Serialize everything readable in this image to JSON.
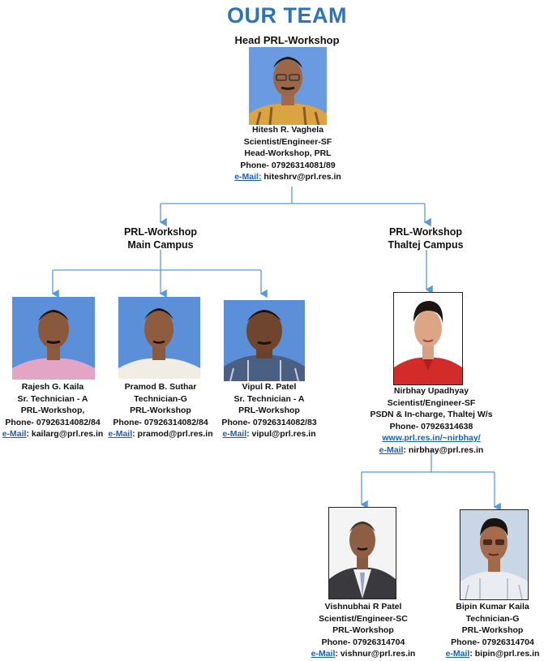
{
  "title": "OUR TEAM",
  "head_section": "Head PRL-Workshop",
  "colors": {
    "title": "#2e74b5",
    "link": "#1f5fa8",
    "connector": "#5b9bd5",
    "photo_bg": "#5b8fd8"
  },
  "head": {
    "name": "Hitesh R. Vaghela",
    "designation": "Scientist/Engineer-SF",
    "role": "Head-Workshop, PRL",
    "phone": "Phone- 07926314081/89",
    "email_label": "e-Mail:",
    "email": " hiteshrv@prl.res.in"
  },
  "branches": {
    "main": {
      "line1": "PRL-Workshop",
      "line2": "Main Campus"
    },
    "thaltej": {
      "line1": "PRL-Workshop",
      "line2": "Thaltej Campus"
    }
  },
  "main_staff": [
    {
      "name": "Rajesh G. Kaila",
      "designation": "Sr. Technician - A",
      "unit": "PRL-Workshop,",
      "phone": "Phone- 07926314082/84",
      "email_label": "e-Mail",
      "email": ": kailarg@prl.res.in"
    },
    {
      "name": "Pramod B. Suthar",
      "designation": "Technician-G",
      "unit": "PRL-Workshop",
      "phone": "Phone- 07926314082/84",
      "email_label": "e-Mail",
      "email": ": pramod@prl.res.in"
    },
    {
      "name": "Vipul R. Patel",
      "designation": "Sr. Technician - A",
      "unit": "PRL-Workshop",
      "phone": "Phone- 07926314082/83",
      "email_label": "e-Mail",
      "email": ": vipul@prl.res.in"
    }
  ],
  "thaltej_head": {
    "name": "Nirbhay Upadhyay",
    "designation": "Scientist/Engineer-SF",
    "role": "PSDN & In-charge, Thaltej W/s",
    "phone": "Phone- 07926314638",
    "website": "www.prl.res.in/~nirbhay/",
    "email_label": "e-Mail",
    "email": ": nirbhay@prl.res.in"
  },
  "thaltej_staff": [
    {
      "name": "Vishnubhai R Patel",
      "designation": "Scientist/Engineer-SC",
      "unit": "PRL-Workshop",
      "phone": "Phone- 07926314704",
      "email_label": "e-Mail",
      "email": ": vishnur@prl.res.in"
    },
    {
      "name": "Bipin Kumar Kaila",
      "designation": "Technician-G",
      "unit": "PRL-Workshop",
      "phone": "Phone- 07926314704",
      "email_label": "e-Mail",
      "email": ": bipin@prl.res.in"
    }
  ]
}
